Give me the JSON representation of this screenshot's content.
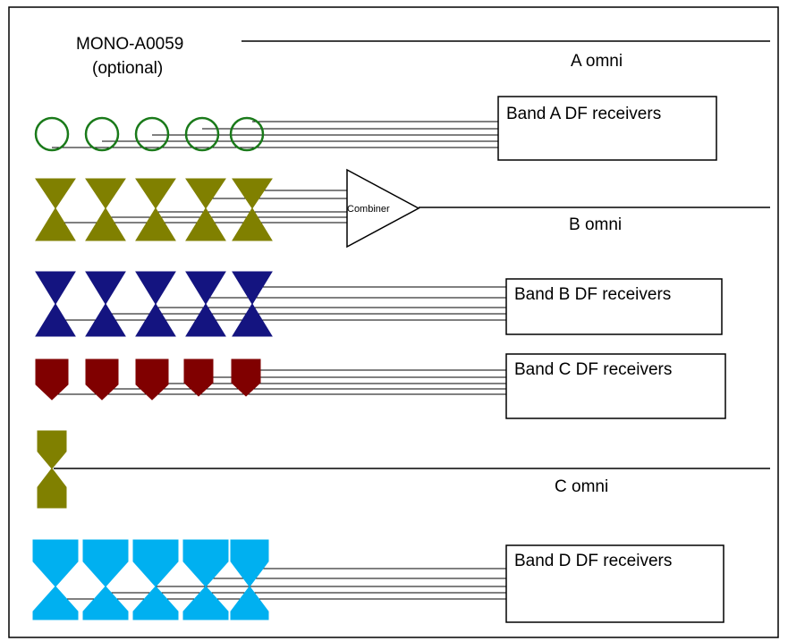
{
  "title_line1": "MONO-A0059",
  "title_line2": "(optional)",
  "labels": {
    "a_omni": "A omni",
    "b_omni": "B omni",
    "c_omni": "C omni",
    "combiner": "Combiner"
  },
  "receivers": {
    "band_a": "Band A DF receivers",
    "band_b": "Band B DF receivers",
    "band_c": "Band C DF receivers",
    "band_d": "Band D DF receivers"
  },
  "colors": {
    "band_a_antenna": "#1a7a1a",
    "band_b_antenna": "#808000",
    "band_b2_antenna": "#141480",
    "band_c_antenna": "#800000",
    "c_omni_antenna": "#808000",
    "band_d_antenna": "#00b0f0"
  }
}
